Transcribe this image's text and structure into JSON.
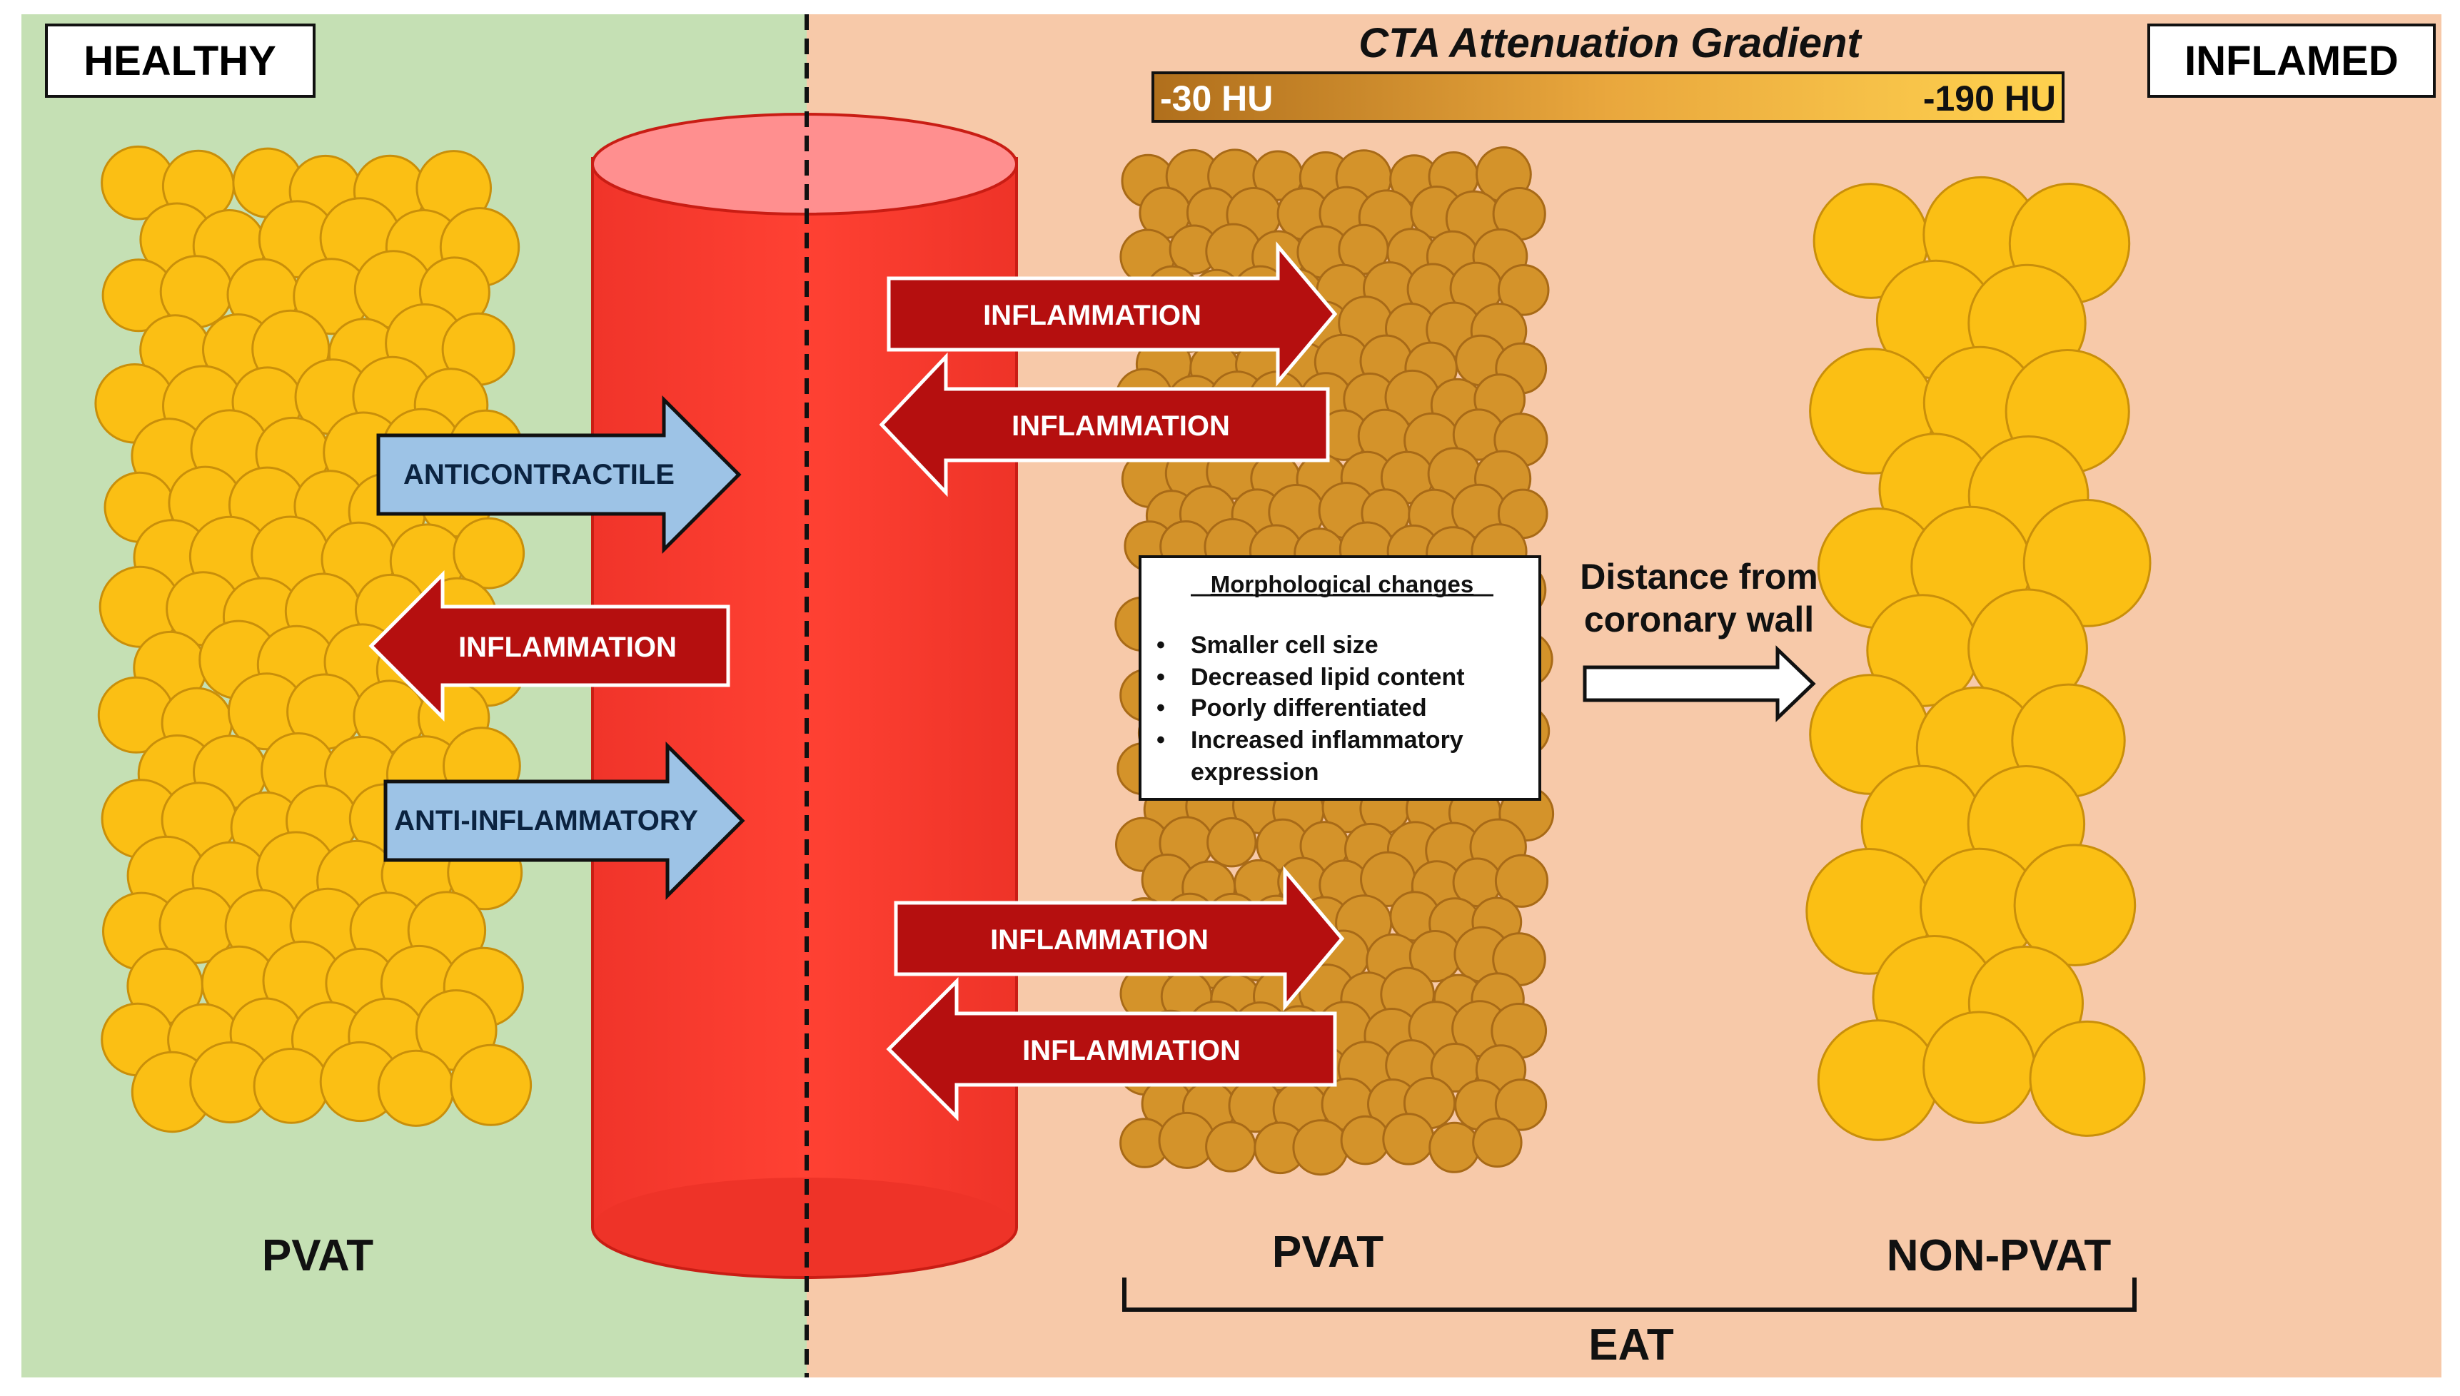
{
  "labels": {
    "healthy": "HEALTHY",
    "inflamed": "INFLAMED",
    "gradient_title": "CTA Attenuation Gradient",
    "gradient_left": "-30 HU",
    "gradient_right": "-190 HU",
    "pvat_left": "PVAT",
    "pvat_right": "PVAT",
    "non_pvat": "NON-PVAT",
    "eat": "EAT",
    "distance_line1": "Distance from",
    "distance_line2": "coronary wall"
  },
  "arrows": {
    "anticontractile": "ANTICONTRACTILE",
    "inflammation_left": "INFLAMMATION",
    "anti_inflammatory": "ANTI-INFLAMMATORY",
    "inflammation_right_1": "INFLAMMATION",
    "inflammation_right_2": "INFLAMMATION",
    "inflammation_right_3": "INFLAMMATION",
    "inflammation_right_4": "INFLAMMATION"
  },
  "morphology": {
    "title": "Morphological changes",
    "items": [
      "Smaller cell size",
      "Decreased lipid content",
      "Poorly differentiated",
      "Increased inflammatory",
      "expression"
    ]
  },
  "colors": {
    "healthy_bg": "#c5e0b4",
    "inflamed_bg": "#f7c9a9",
    "vessel": "#ff3b30",
    "vessel_top": "#ff8f8f",
    "healthy_fat": "#fbbf14",
    "inflamed_fat": "#d4932a",
    "red_arrow": "#b50f0f",
    "blue_arrow": "#9dc3e6"
  }
}
